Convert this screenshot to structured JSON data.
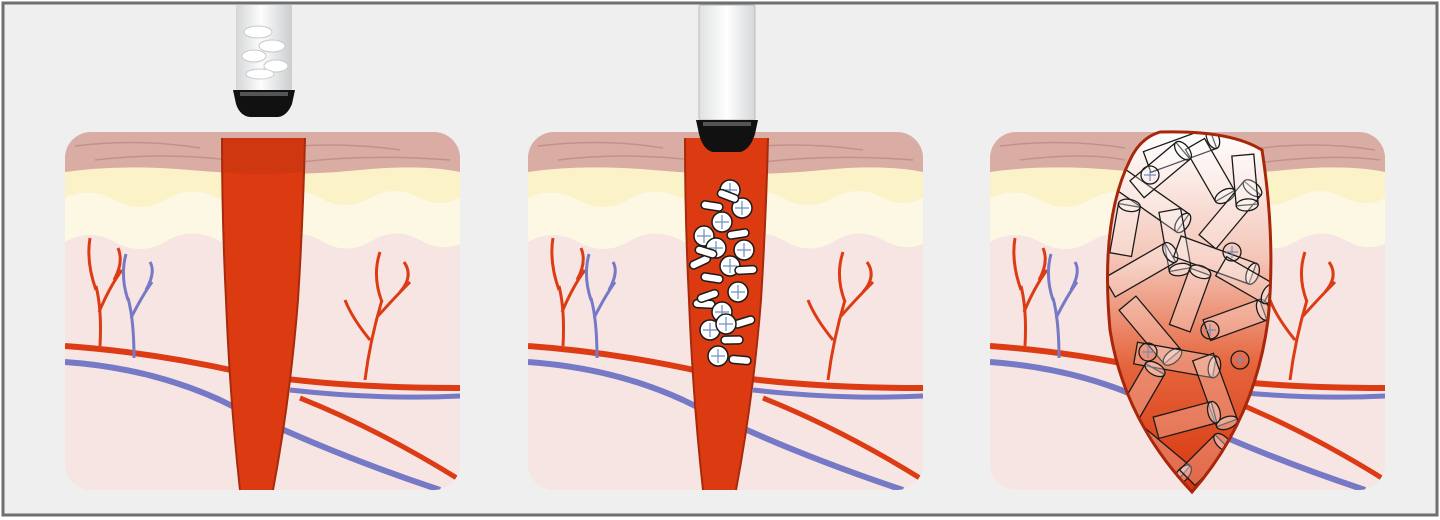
{
  "figure": {
    "panels": [
      {
        "id": "panel-1",
        "stage": "wound-bleeding",
        "applicator": "applicator-with-tablets-loaded"
      },
      {
        "id": "panel-2",
        "stage": "tablets-deposited",
        "applicator": "applicator-plunger-pressed"
      },
      {
        "id": "panel-3",
        "stage": "sponges-expanded",
        "applicator": "none"
      }
    ],
    "colors": {
      "background": "#efeff0",
      "frame": "#6f6f6f",
      "epidermis": "#d9aca4",
      "fat": "#fbf2c8",
      "dermis": "#f6e5e2",
      "blood": "#dc3a10",
      "artery": "#db3a12",
      "vein": "#7579c6",
      "sponge": "#ffffff",
      "applicator_tip": "#111111"
    },
    "icons": [
      "syringe-applicator-icon",
      "compressed-sponge-tablet-icon",
      "expanded-sponge-icon",
      "blood-vessel-icon"
    ]
  }
}
